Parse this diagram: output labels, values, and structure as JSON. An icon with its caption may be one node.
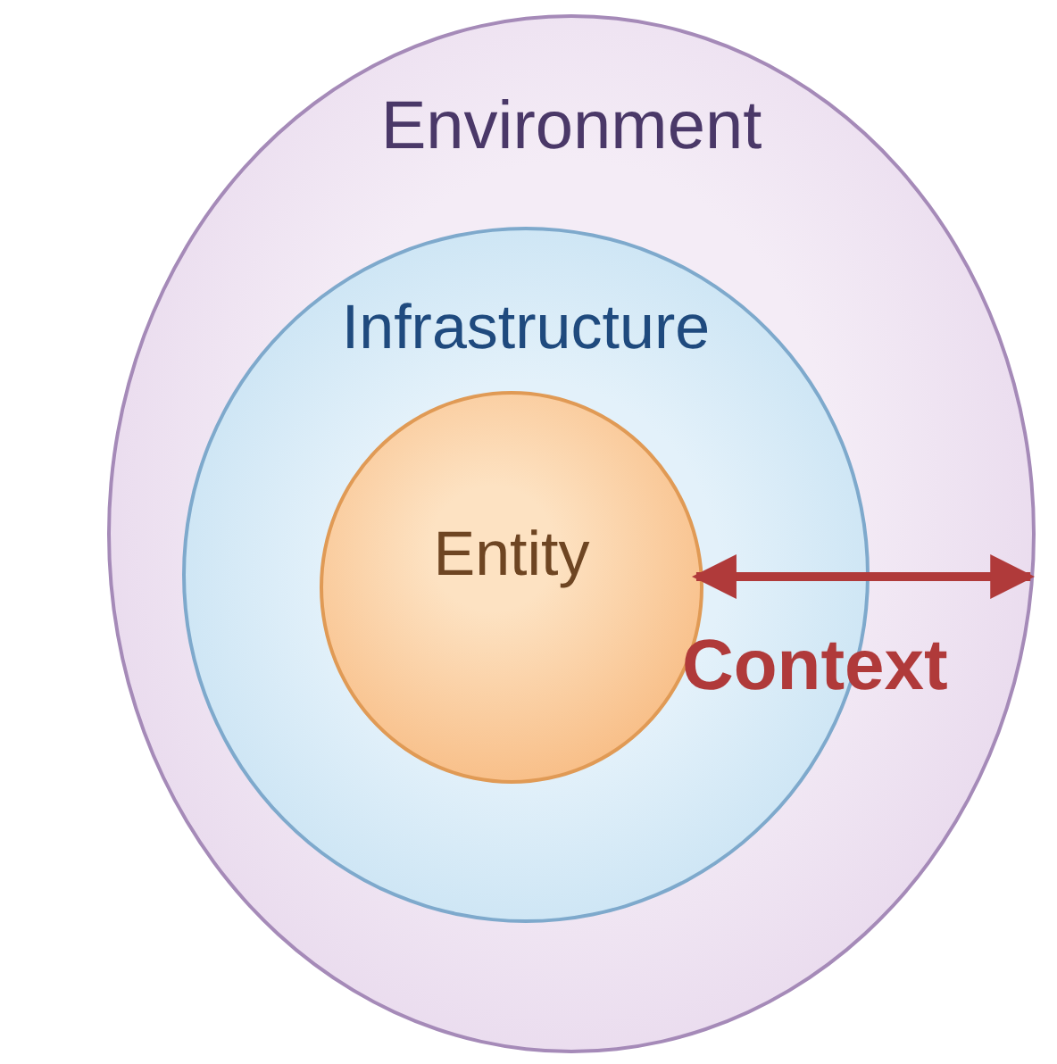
{
  "diagram": {
    "nodes": [
      {
        "text": [
          "Environment"
        ]
      },
      {
        "text": [
          "Infrastructure"
        ],
        "in": 0
      },
      {
        "text": [
          "Entity"
        ],
        "in": 1
      }
    ],
    "edges": [
      {
        "from": 2,
        "to": 0,
        "arrow": "both",
        "label": "Context",
        "color": "#b03a3a"
      }
    ]
  }
}
